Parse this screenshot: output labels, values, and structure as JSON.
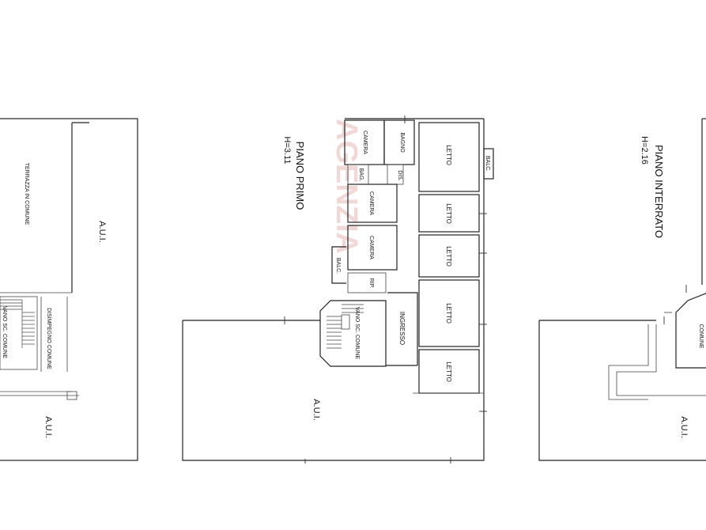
{
  "plans": {
    "left": {
      "terrace": "TERRAZZA IN COMUNE",
      "aui_top": "A.U.I.",
      "aui_bottom": "A.U.I.",
      "stair": "VANO SC. COMUNE",
      "landing": "DISIMPEGNO COMUNE"
    },
    "middle": {
      "floor_title": "PIANO PRIMO",
      "floor_height": "H=3.11",
      "rooms": {
        "camera_top": "CAMERA",
        "bagno": "BAGNO",
        "dis": "DIS.",
        "bag": "BAG.",
        "camera_mid": "CAMERA",
        "camera_low": "CAMERA",
        "rip": "RIP.",
        "balc_left": "BALC.",
        "balc_right": "BALC.",
        "letto_1": "LETTO",
        "letto_2": "LETTO",
        "letto_3": "LETTO",
        "letto_4": "LETTO",
        "letto_5": "LETTO",
        "ingresso": "INGRESSO",
        "stair": "VANO SC. COMUNE"
      },
      "aui": "A.U.I.",
      "watermark": "AGENZIA"
    },
    "right": {
      "floor_title": "PIANO INTERRATO",
      "floor_height": "H=2.16",
      "aui": "A.U.I.",
      "stair": "COMUNE"
    }
  }
}
